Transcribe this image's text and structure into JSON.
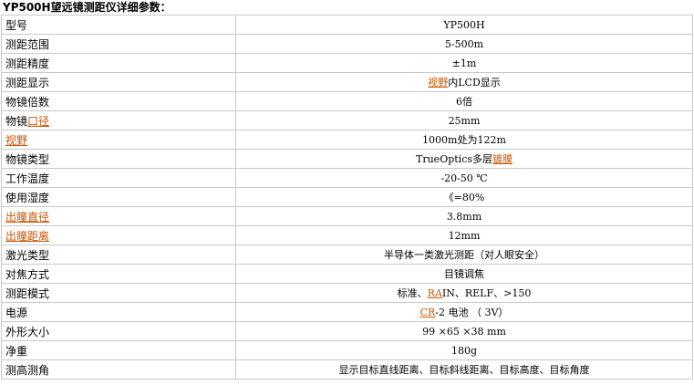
{
  "title": "YP500H望远镜测距仪详细参数：",
  "link_color": "#cc5500",
  "rows": [
    {
      "label": [
        {
          "t": "型号"
        }
      ],
      "value": [
        {
          "t": "YP500H"
        }
      ]
    },
    {
      "label": [
        {
          "t": "测距范围"
        }
      ],
      "value": [
        {
          "t": "5-500m"
        }
      ]
    },
    {
      "label": [
        {
          "t": "测距精度"
        }
      ],
      "value": [
        {
          "t": "±1m"
        }
      ]
    },
    {
      "label": [
        {
          "t": "测距显示"
        }
      ],
      "value": [
        {
          "t": "视野",
          "link": true
        },
        {
          "t": "内LCD显示"
        }
      ]
    },
    {
      "label": [
        {
          "t": "物镜倍数"
        }
      ],
      "value": [
        {
          "t": "6倍"
        }
      ]
    },
    {
      "label": [
        {
          "t": "物镜"
        },
        {
          "t": "口径",
          "link": true
        }
      ],
      "value": [
        {
          "t": "25mm"
        }
      ]
    },
    {
      "label": [
        {
          "t": "视野",
          "link": true
        }
      ],
      "value": [
        {
          "t": "1000m处为122m"
        }
      ]
    },
    {
      "label": [
        {
          "t": "物镜类型"
        }
      ],
      "value": [
        {
          "t": "TrueOptics多层"
        },
        {
          "t": "镀膜",
          "link": true
        }
      ]
    },
    {
      "label": [
        {
          "t": "工作温度"
        }
      ],
      "value": [
        {
          "t": "-20-50 ℃"
        }
      ]
    },
    {
      "label": [
        {
          "t": "使用湿度"
        }
      ],
      "value": [
        {
          "t": "《=80%"
        }
      ]
    },
    {
      "label": [
        {
          "t": "出瞳直径",
          "link": true
        }
      ],
      "value": [
        {
          "t": "3.8mm"
        }
      ]
    },
    {
      "label": [
        {
          "t": "出瞳距离",
          "link": true
        }
      ],
      "value": [
        {
          "t": "12mm"
        }
      ]
    },
    {
      "label": [
        {
          "t": "激光类型"
        }
      ],
      "value": [
        {
          "t": "半导体一类激光测距（对人眼安全）"
        }
      ]
    },
    {
      "label": [
        {
          "t": "对焦方式"
        }
      ],
      "value": [
        {
          "t": "目镜调焦"
        }
      ]
    },
    {
      "label": [
        {
          "t": "测距模式"
        }
      ],
      "value": [
        {
          "t": "标准、"
        },
        {
          "t": "RA",
          "link": true
        },
        {
          "t": "IN、RELF、>150"
        }
      ]
    },
    {
      "label": [
        {
          "t": "电源"
        }
      ],
      "value": [
        {
          "t": "CR",
          "link": true
        },
        {
          "t": "-2 电池 （ 3V）"
        }
      ]
    },
    {
      "label": [
        {
          "t": "外形大小"
        }
      ],
      "value": [
        {
          "t": "99 ×65 ×38 mm"
        }
      ]
    },
    {
      "label": [
        {
          "t": "净重"
        }
      ],
      "value": [
        {
          "t": "180g"
        }
      ]
    },
    {
      "label": [
        {
          "t": "测高测角"
        }
      ],
      "value": [
        {
          "t": "显示目标直线距离、目标斜线距离、目标高度、目标角度"
        }
      ]
    }
  ]
}
